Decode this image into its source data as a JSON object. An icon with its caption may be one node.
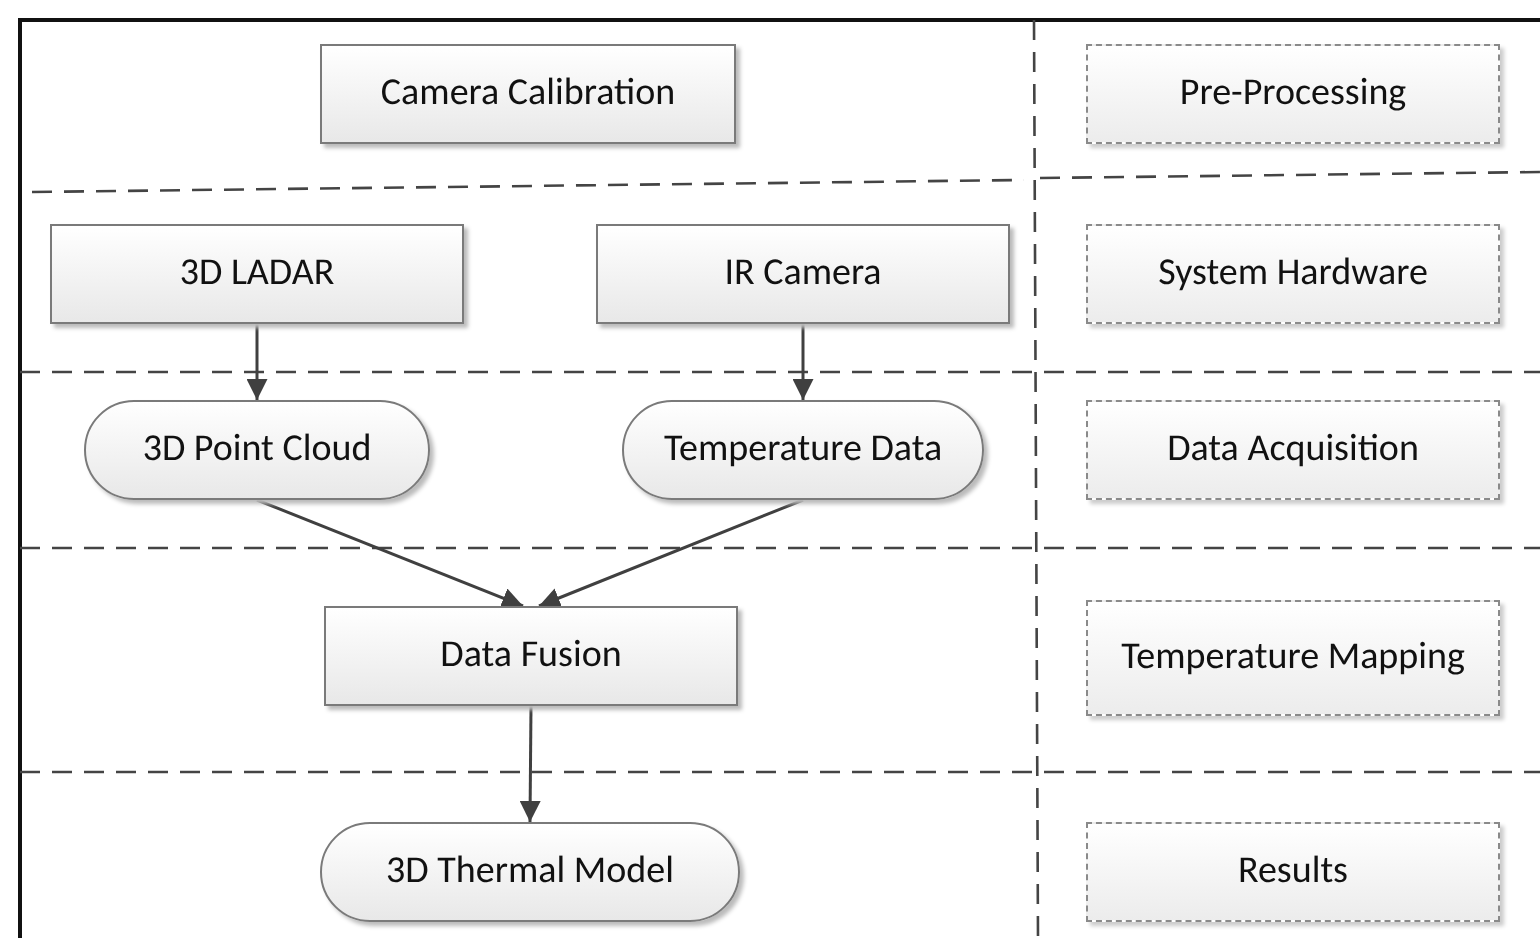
{
  "diagram": {
    "nodes": [
      {
        "text": [
          "Camera Calibration"
        ]
      },
      {
        "text": [
          "Pre-Processing"
        ]
      },
      {
        "text": [
          "3D LADAR"
        ]
      },
      {
        "text": [
          "IR Camera"
        ]
      },
      {
        "text": [
          "System Hardware"
        ]
      },
      {
        "text": [
          "3D Point Cloud"
        ]
      },
      {
        "text": [
          "Temperature Data"
        ]
      },
      {
        "text": [
          "Data Acquisition"
        ]
      },
      {
        "text": [
          "Data Fusion"
        ]
      },
      {
        "text": [
          "Temperature Mapping"
        ]
      },
      {
        "text": [
          "3D Thermal Model"
        ]
      },
      {
        "text": [
          "Results"
        ]
      }
    ],
    "edges": [
      {
        "from": 2,
        "to": 5,
        "arrow": "to"
      },
      {
        "from": 3,
        "to": 6,
        "arrow": "to"
      },
      {
        "from": 5,
        "to": 8,
        "arrow": "to"
      },
      {
        "from": 6,
        "to": 8,
        "arrow": "to"
      },
      {
        "from": 8,
        "to": 10,
        "arrow": "to"
      }
    ]
  }
}
